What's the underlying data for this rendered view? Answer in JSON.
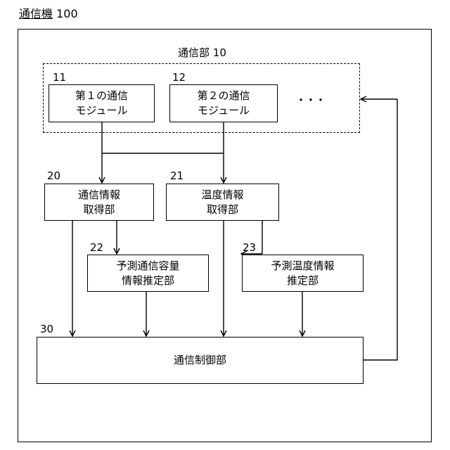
{
  "device": {
    "name": "通信機",
    "ref": "100"
  },
  "comm_unit": {
    "name": "通信部",
    "ref": "10"
  },
  "module1": {
    "ref": "11",
    "line1": "第１の通信",
    "line2": "モジュール"
  },
  "module2": {
    "ref": "12",
    "line1": "第２の通信",
    "line2": "モジュール"
  },
  "ellipsis": "・・・",
  "comm_info": {
    "ref": "20",
    "line1": "通信情報",
    "line2": "取得部"
  },
  "temp_info": {
    "ref": "21",
    "line1": "温度情報",
    "line2": "取得部"
  },
  "pred_comm": {
    "ref": "22",
    "line1": "予測通信容量",
    "line2": "情報推定部"
  },
  "pred_temp": {
    "ref": "23",
    "line1": "予測温度情報",
    "line2": "推定部"
  },
  "control": {
    "ref": "30",
    "label": "通信制御部"
  }
}
